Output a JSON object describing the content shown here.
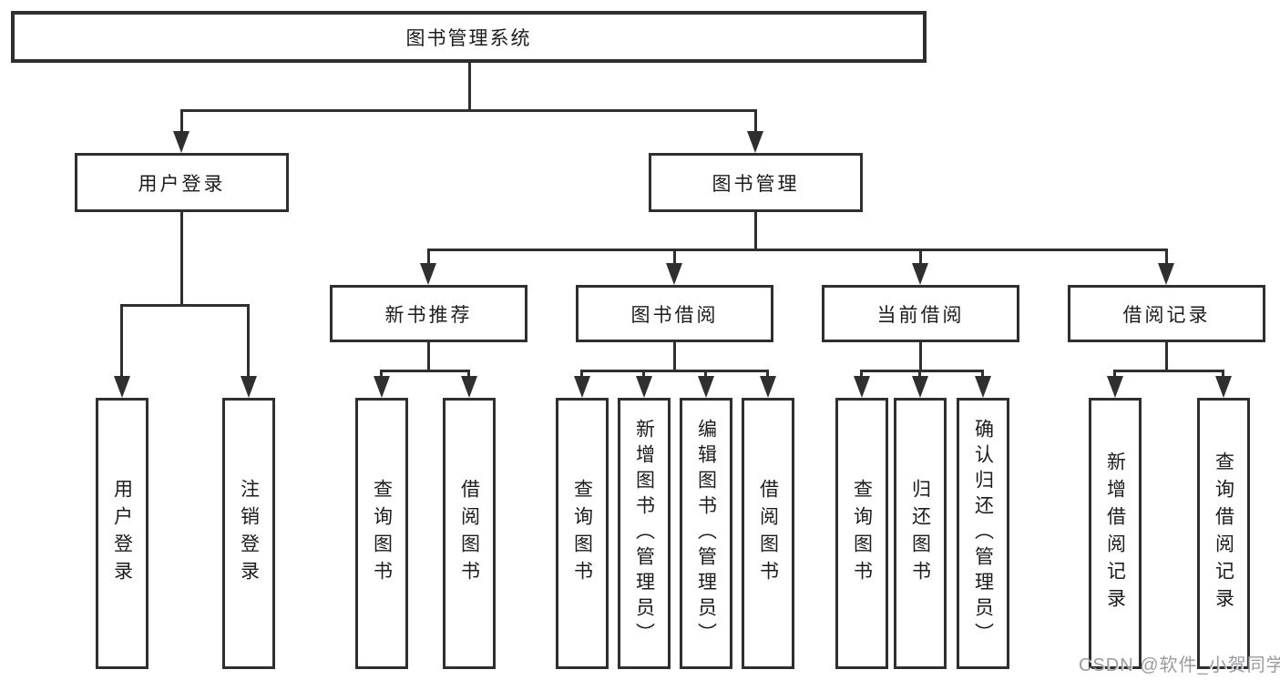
{
  "diagram": {
    "title": "图书管理系统",
    "level2": [
      {
        "label": "用户登录"
      },
      {
        "label": "图书管理"
      }
    ],
    "level3": [
      {
        "label": "新书推荐"
      },
      {
        "label": "图书借阅"
      },
      {
        "label": "当前借阅"
      },
      {
        "label": "借阅记录"
      }
    ],
    "leaves": [
      {
        "label": "用户登录"
      },
      {
        "label": "注销登录"
      },
      {
        "label": "查询图书"
      },
      {
        "label": "借阅图书"
      },
      {
        "label": "查询图书"
      },
      {
        "label": "新增图书（管理员）"
      },
      {
        "label": "编辑图书（管理员）"
      },
      {
        "label": "借阅图书"
      },
      {
        "label": "查询图书"
      },
      {
        "label": "归还图书"
      },
      {
        "label": "确认归还（管理员）"
      },
      {
        "label": "新增借阅记录"
      },
      {
        "label": "查询借阅记录"
      }
    ]
  },
  "watermark": {
    "text": "CSDN @软件_小贺同学"
  },
  "colors": {
    "line": "#2f2f2f",
    "text": "#1c1c1c",
    "background": "#ffffff",
    "watermark": "#9b9ba1"
  }
}
